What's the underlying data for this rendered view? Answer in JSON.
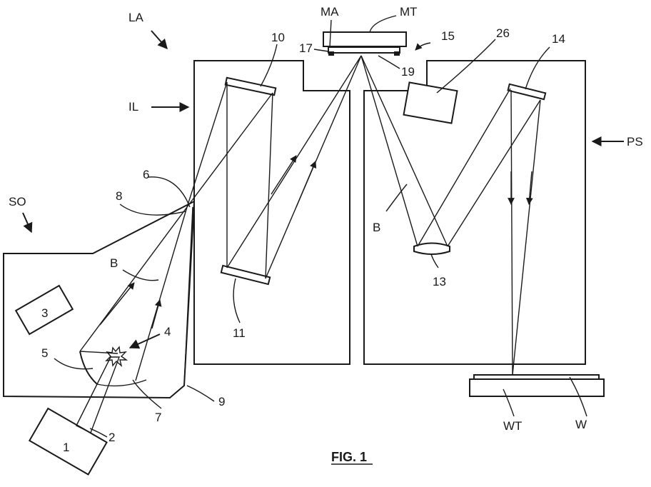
{
  "figure": {
    "caption": "FIG. 1",
    "labels": {
      "LA": "LA",
      "MA": "MA",
      "MT": "MT",
      "IL": "IL",
      "PS": "PS",
      "SO": "SO",
      "B_left": "B",
      "B_right": "B",
      "WT": "WT",
      "W": "W",
      "n1": "1",
      "n2": "2",
      "n3": "3",
      "n4": "4",
      "n5": "5",
      "n6": "6",
      "n7": "7",
      "n8": "8",
      "n9": "9",
      "n10": "10",
      "n11": "11",
      "n13": "13",
      "n14": "14",
      "n15": "15",
      "n17": "17",
      "n19": "19",
      "n26": "26"
    }
  }
}
